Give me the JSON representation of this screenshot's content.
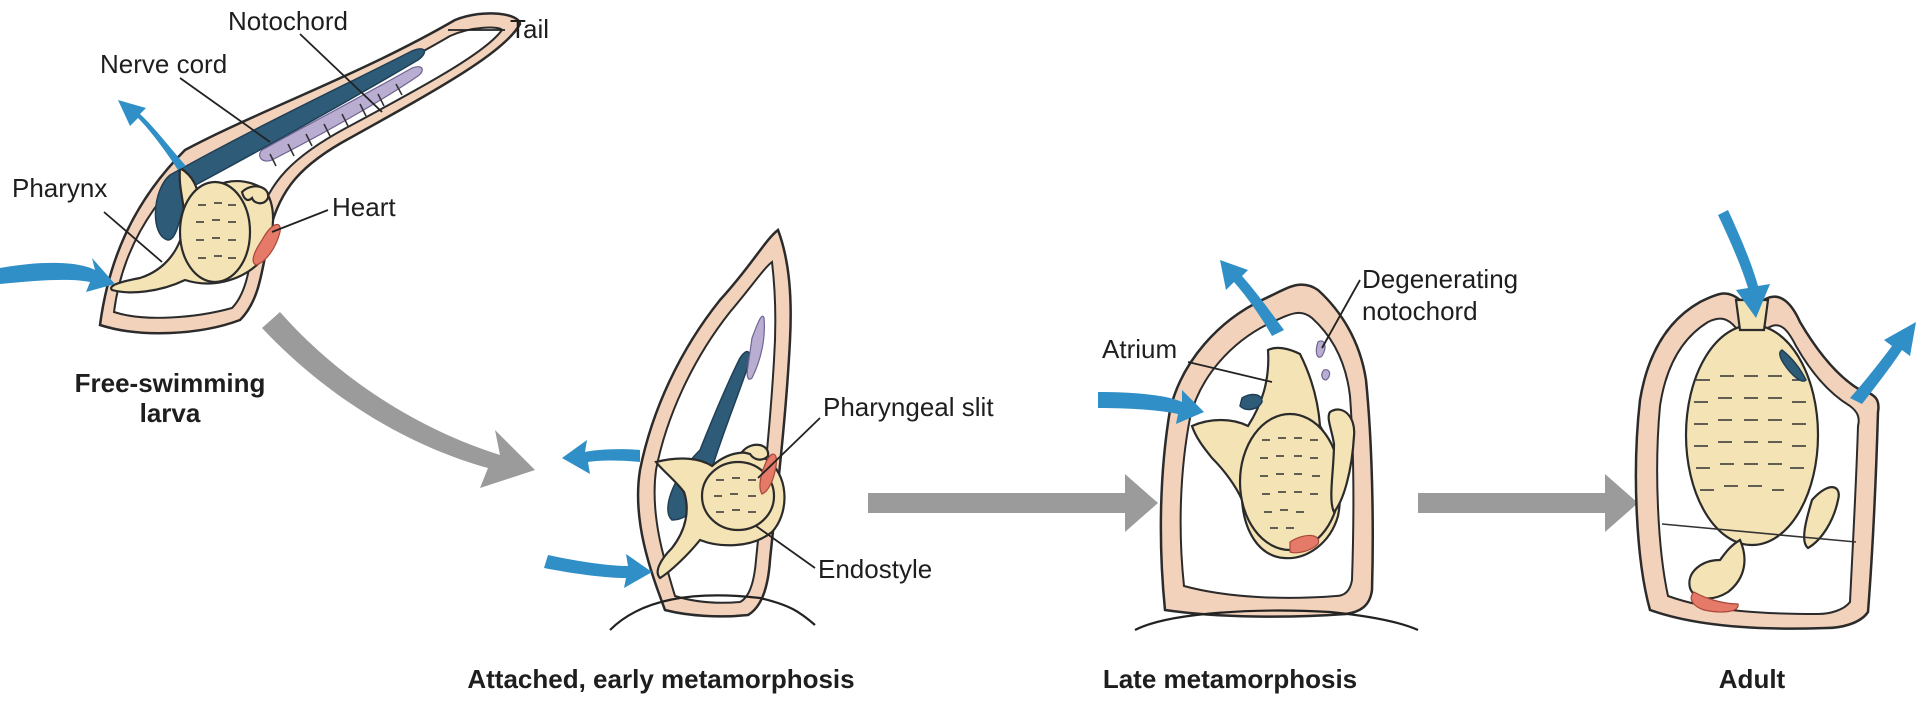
{
  "labels": {
    "notochord": "Notochord",
    "tail": "Tail",
    "nerve_cord": "Nerve cord",
    "pharynx": "Pharynx",
    "heart": "Heart",
    "pharyngeal_slit": "Pharyngeal slit",
    "endostyle": "Endostyle",
    "degenerating": "Degenerating",
    "notochord_2": "notochord",
    "atrium": "Atrium"
  },
  "stages": {
    "larva_1": "Free-swimming",
    "larva_2": "larva",
    "early": "Attached, early metamorphosis",
    "late": "Late metamorphosis",
    "adult": "Adult"
  },
  "colors": {
    "water_flow_arrow": "#2f8fc6",
    "progression_arrow": "#9b9b9b",
    "body_wall": "#f3d2bc",
    "pharynx": "#f4e3b4",
    "nerve_cord": "#2e5c78",
    "notochord": "#b9aed2",
    "heart": "#e57a68"
  }
}
